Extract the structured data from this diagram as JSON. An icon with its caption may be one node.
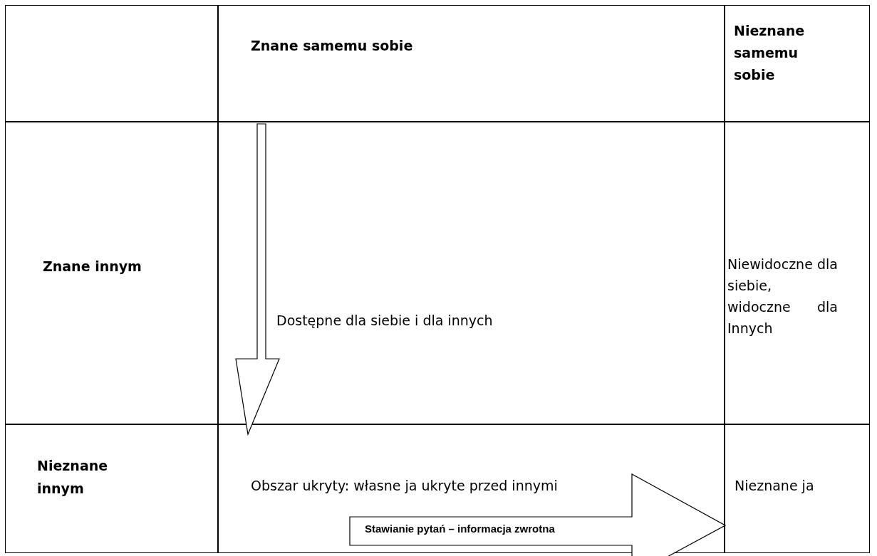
{
  "diagram": {
    "nodes": [
      {
        "text": [
          "Stawianie pytań – informacja zwrotna"
        ]
      }
    ],
    "labels": [
      "Znane samemu sobie",
      "Nieznane samemu sobie",
      "Znane innym",
      "Dostępne dla siebie i dla innych",
      "Niewidoczne dla siebie, widoczne dla Innych",
      "Nieznane innym",
      "Obszar ukryty: własne ja ukryte przed innymi",
      "Nieznane ja"
    ]
  }
}
